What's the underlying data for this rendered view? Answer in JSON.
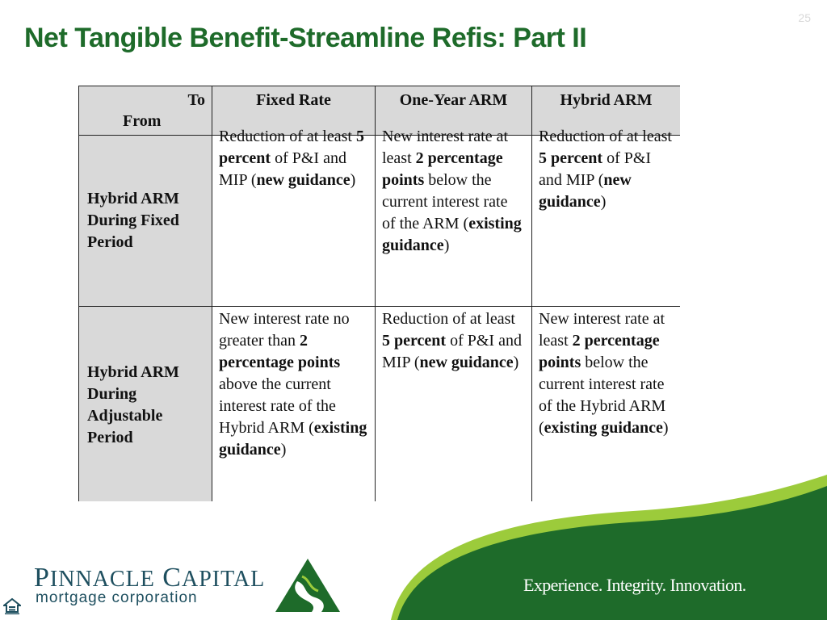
{
  "slide": {
    "number": "25",
    "title": "Net Tangible Benefit-Streamline Refis: Part II"
  },
  "table": {
    "corner_to": "To",
    "corner_from": "From",
    "columns": [
      "Fixed Rate",
      "One-Year ARM",
      "Hybrid ARM"
    ],
    "rows": [
      {
        "label": [
          "Hybrid ARM",
          "During Fixed",
          "Period"
        ],
        "cells": [
          [
            {
              "t": "Reduction of at least "
            },
            {
              "t": "5 percent",
              "b": true
            },
            {
              "t": " of P&I and MIP ("
            },
            {
              "t": "new guidance",
              "b": true
            },
            {
              "t": ")"
            }
          ],
          [
            {
              "t": "New interest rate at least "
            },
            {
              "t": "2 percentage points",
              "b": true
            },
            {
              "t": " below the current interest rate of the ARM ("
            },
            {
              "t": "existing guidance",
              "b": true
            },
            {
              "t": ")"
            }
          ],
          [
            {
              "t": "Reduction of at least "
            },
            {
              "t": "5 percent",
              "b": true
            },
            {
              "t": " of P&I and MIP ("
            },
            {
              "t": "new guidance",
              "b": true
            },
            {
              "t": ")"
            }
          ]
        ]
      },
      {
        "label": [
          "Hybrid ARM",
          "During",
          "Adjustable",
          "Period"
        ],
        "cells": [
          [
            {
              "t": "New interest rate no greater than "
            },
            {
              "t": "2 percentage points",
              "b": true
            },
            {
              "t": " above the current interest rate of the Hybrid ARM ("
            },
            {
              "t": "existing guidance",
              "b": true
            },
            {
              "t": ")"
            }
          ],
          [
            {
              "t": "Reduction of at least "
            },
            {
              "t": "5 percent",
              "b": true
            },
            {
              "t": " of P&I and MIP ("
            },
            {
              "t": "new guidance",
              "b": true
            },
            {
              "t": ")"
            }
          ],
          [
            {
              "t": "New interest rate at least "
            },
            {
              "t": "2 percentage points",
              "b": true
            },
            {
              "t": " below the current interest rate of the Hybrid ARM ("
            },
            {
              "t": "existing guidance",
              "b": true
            },
            {
              "t": ")"
            }
          ]
        ]
      }
    ]
  },
  "footer": {
    "company_name_first": "P",
    "company_name_first_rest": "INNACLE",
    "company_name_second": "C",
    "company_name_second_rest": "APITAL",
    "company_sub": "mortgage corporation",
    "tagline": "Experience. Integrity. Innovation.",
    "brand_green": "#1e6b2a",
    "brand_teal": "#1e4f5f"
  },
  "icons": {
    "logo": "pinnacle-triangle-icon",
    "equal_housing": "equal-housing-icon"
  }
}
